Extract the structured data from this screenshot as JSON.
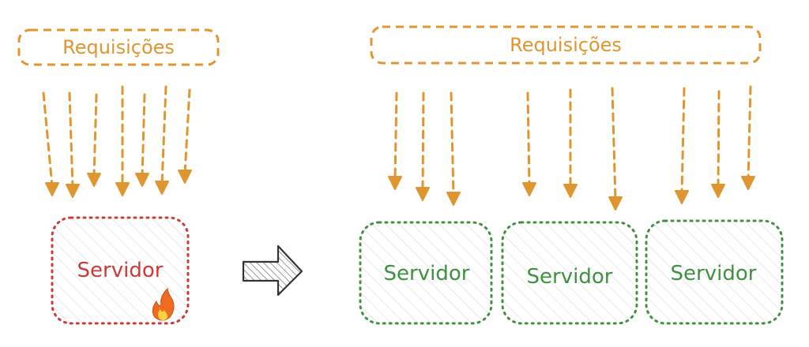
{
  "left": {
    "requests_label": "Requisições",
    "server_label": "Servidor",
    "server_state_icon": "fire-icon"
  },
  "right": {
    "requests_label": "Requisições",
    "servers": [
      {
        "label": "Servidor"
      },
      {
        "label": "Servidor"
      },
      {
        "label": "Servidor"
      }
    ]
  },
  "transition_icon": "right-arrow-icon",
  "colors": {
    "orange": "#e0962f",
    "red": "#cc3a3a",
    "green": "#3f9142",
    "dark": "#333333",
    "hatch": "#d6d6d6"
  }
}
